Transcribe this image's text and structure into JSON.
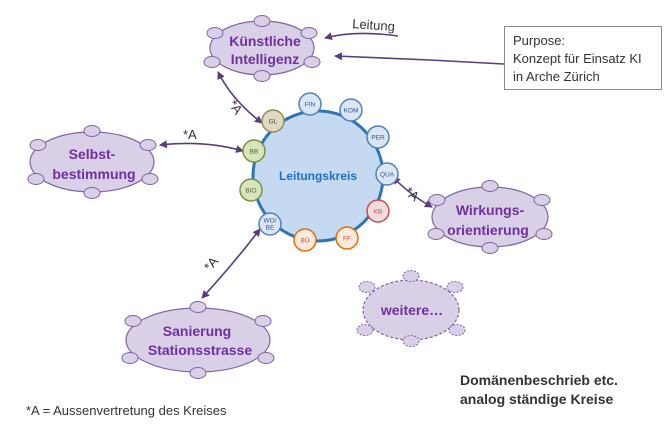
{
  "center": {
    "label": "Leitungskreis"
  },
  "roles": [
    {
      "key": "fin",
      "label": "FIN",
      "fill": "#dce6f2",
      "stroke": "#4f81bd",
      "text": "#2f5597"
    },
    {
      "key": "kom",
      "label": "KOM",
      "fill": "#dce6f2",
      "stroke": "#4f81bd",
      "text": "#2f5597"
    },
    {
      "key": "per",
      "label": "PER",
      "fill": "#dce6f2",
      "stroke": "#4f81bd",
      "text": "#2f5597"
    },
    {
      "key": "qua",
      "label": "QUA",
      "fill": "#dce6f2",
      "stroke": "#4f81bd",
      "text": "#2f5597"
    },
    {
      "key": "kb",
      "label": "KB",
      "fill": "#f2dcdb",
      "stroke": "#c0504d",
      "text": "#c0504d"
    },
    {
      "key": "ff",
      "label": "FF",
      "fill": "#fde9d9",
      "stroke": "#e46c0a",
      "text": "#c0504d"
    },
    {
      "key": "bu",
      "label": "BÜ",
      "fill": "#fde9d9",
      "stroke": "#e46c0a",
      "text": "#c0504d"
    },
    {
      "key": "wobe",
      "label": "WO/\nBE",
      "fill": "#dce6f2",
      "stroke": "#4f81bd",
      "text": "#2f5597"
    },
    {
      "key": "bio",
      "label": "BIO",
      "fill": "#d7e4bd",
      "stroke": "#77933c",
      "text": "#4f6228"
    },
    {
      "key": "bb",
      "label": "BB",
      "fill": "#d7e4bd",
      "stroke": "#77933c",
      "text": "#4f6228"
    },
    {
      "key": "gl",
      "label": "GL",
      "fill": "#ddd9c3",
      "stroke": "#948a54",
      "text": "#4a452a"
    }
  ],
  "circles": {
    "ki": {
      "line1": "Künstliche",
      "line2": "Intelligenz"
    },
    "sb": {
      "line1": "Selbst-",
      "line2": "bestimmung"
    },
    "wo": {
      "line1": "Wirkungs-",
      "line2": "orientierung"
    },
    "san": {
      "line1": "Sanierung",
      "line2": "Stationsstrasse"
    },
    "weitere": {
      "line1": "weitere…"
    }
  },
  "annotations": {
    "leitung": "Leitung",
    "a_ki": "*A",
    "a_sb": "*A",
    "a_wo": "*A",
    "a_san": "*A"
  },
  "purpose": {
    "line1": "Purpose:",
    "line2": "Konzept für Einsatz KI",
    "line3": "in Arche Zürich"
  },
  "footnote": "*A = Aussenvertretung des Kreises",
  "domain_note": {
    "line1": "Domänenbeschrieb etc.",
    "line2": "analog ständige Kreise"
  },
  "colors": {
    "circle_fill": "#d9cfe6",
    "circle_stroke": "#8064a2",
    "center_fill": "#c5d9f1",
    "center_stroke": "#2e75b6",
    "arrow": "#5b3d7a"
  }
}
